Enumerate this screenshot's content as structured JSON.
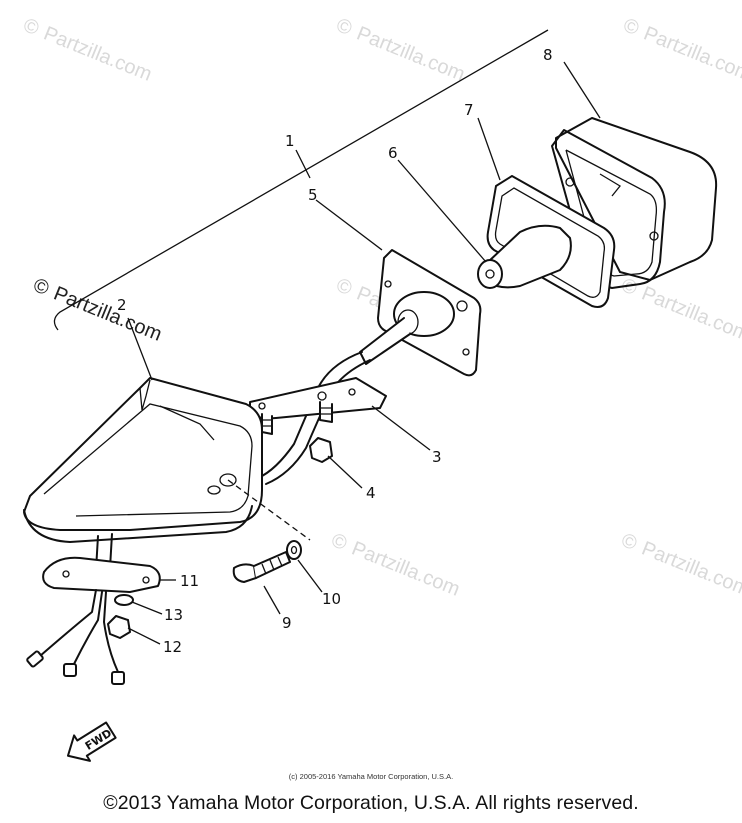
{
  "diagram": {
    "watermarks": [
      {
        "sign": "©",
        "text": "Partzilla.com"
      },
      {
        "sign": "©",
        "text": "Partzilla.com"
      },
      {
        "sign": "©",
        "text": "Partzilla.com"
      },
      {
        "sign": "©",
        "text": "Partzilla.com"
      },
      {
        "sign": "©",
        "text": "Partzilla.com"
      },
      {
        "sign": "©",
        "text": "Partzilla.com"
      },
      {
        "sign": "©",
        "text": "Partzilla.com"
      },
      {
        "sign": "©",
        "text": "Partzilla.com"
      }
    ],
    "callouts": [
      "1",
      "2",
      "3",
      "4",
      "5",
      "6",
      "7",
      "8",
      "9",
      "10",
      "11",
      "12",
      "13"
    ],
    "fwd_label": "FWD",
    "small_copyright": "(c) 2005-2016 Yamaha Motor Corporation, U.S.A.",
    "copyright": "©2013 Yamaha Motor Corporation, U.S.A. All rights reserved."
  }
}
